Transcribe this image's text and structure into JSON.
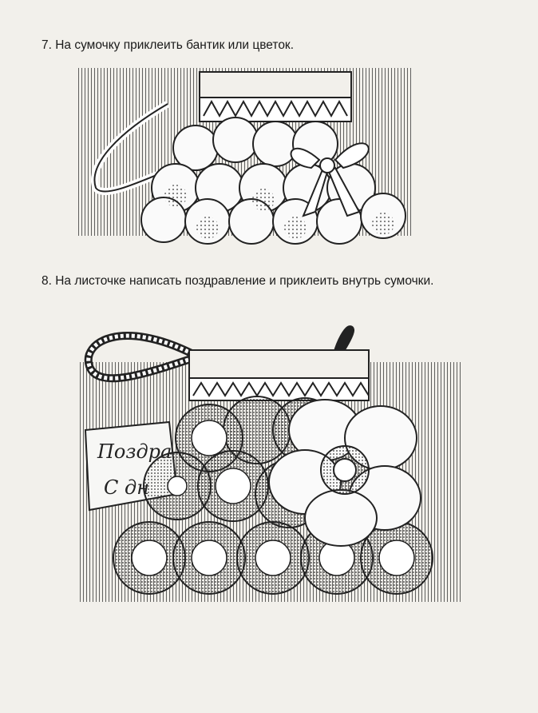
{
  "steps": [
    {
      "text": "7. На сумочку приклеить бантик или цветок."
    },
    {
      "text": "8. На листочке написать поздравление и приклеить внутрь сумочки."
    }
  ],
  "illustration2": {
    "card_line1": "Поздра",
    "card_line2": "С дн"
  }
}
